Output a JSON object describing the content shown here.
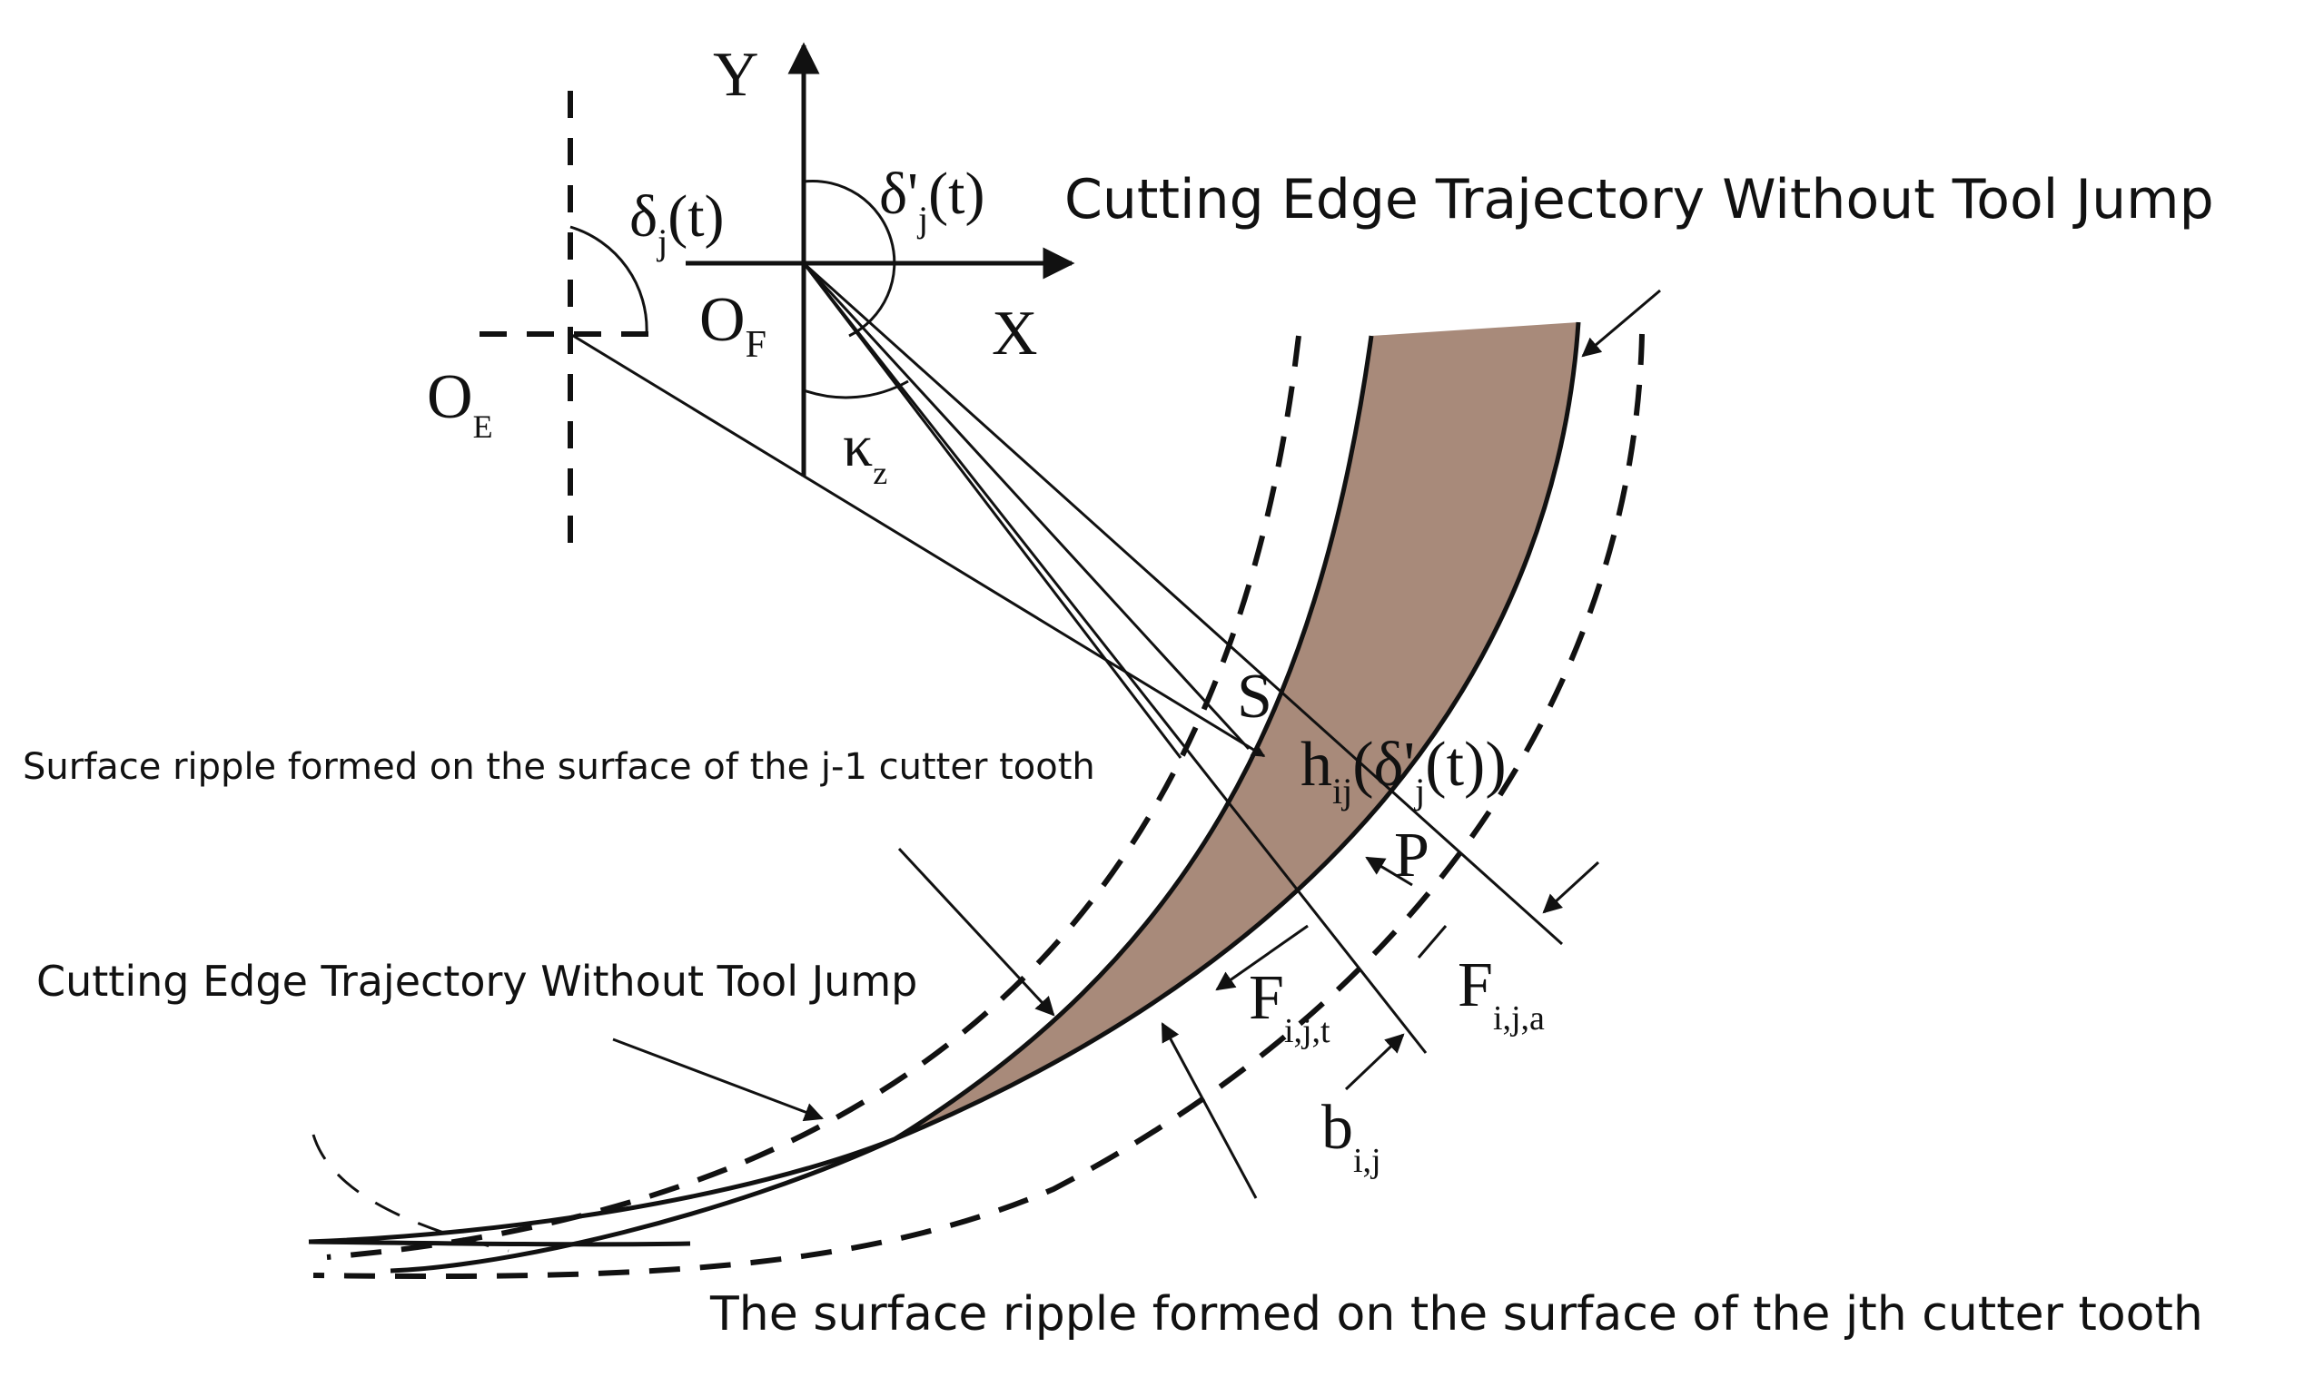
{
  "labels": {
    "y_axis": "Y",
    "x_axis": "X",
    "origin_f": "O",
    "origin_f_sub": "F",
    "origin_e": "O",
    "origin_e_sub": "E",
    "delta_j": "δ",
    "delta_j_sub": "j",
    "delta_j_arg": "(t)",
    "delta_prime": "δ'",
    "delta_prime_sub": "j",
    "delta_prime_arg": "(t)",
    "kappa": "κ",
    "kappa_sub": "z",
    "point_s": "S",
    "point_p": "P",
    "h_main": "h",
    "h_sub": "ij",
    "h_arg_open": "(δ'",
    "h_arg_sub": "j",
    "h_arg_close": "(t))",
    "f_t": "F",
    "f_t_sub": "i,j,t",
    "f_a": "F",
    "f_a_sub": "i,j,a",
    "b": "b",
    "b_sub": "i,j"
  },
  "captions": {
    "top_right": "Cutting Edge Trajectory Without Tool Jump",
    "left_ripple": "Surface ripple formed on the surface of the j-1 cutter tooth",
    "left_trajectory": "Cutting Edge Trajectory Without Tool Jump",
    "bottom": "The surface ripple formed on the surface of the jth cutter tooth"
  },
  "colors": {
    "chip_fill": "#a88a7a",
    "line": "#111111"
  }
}
